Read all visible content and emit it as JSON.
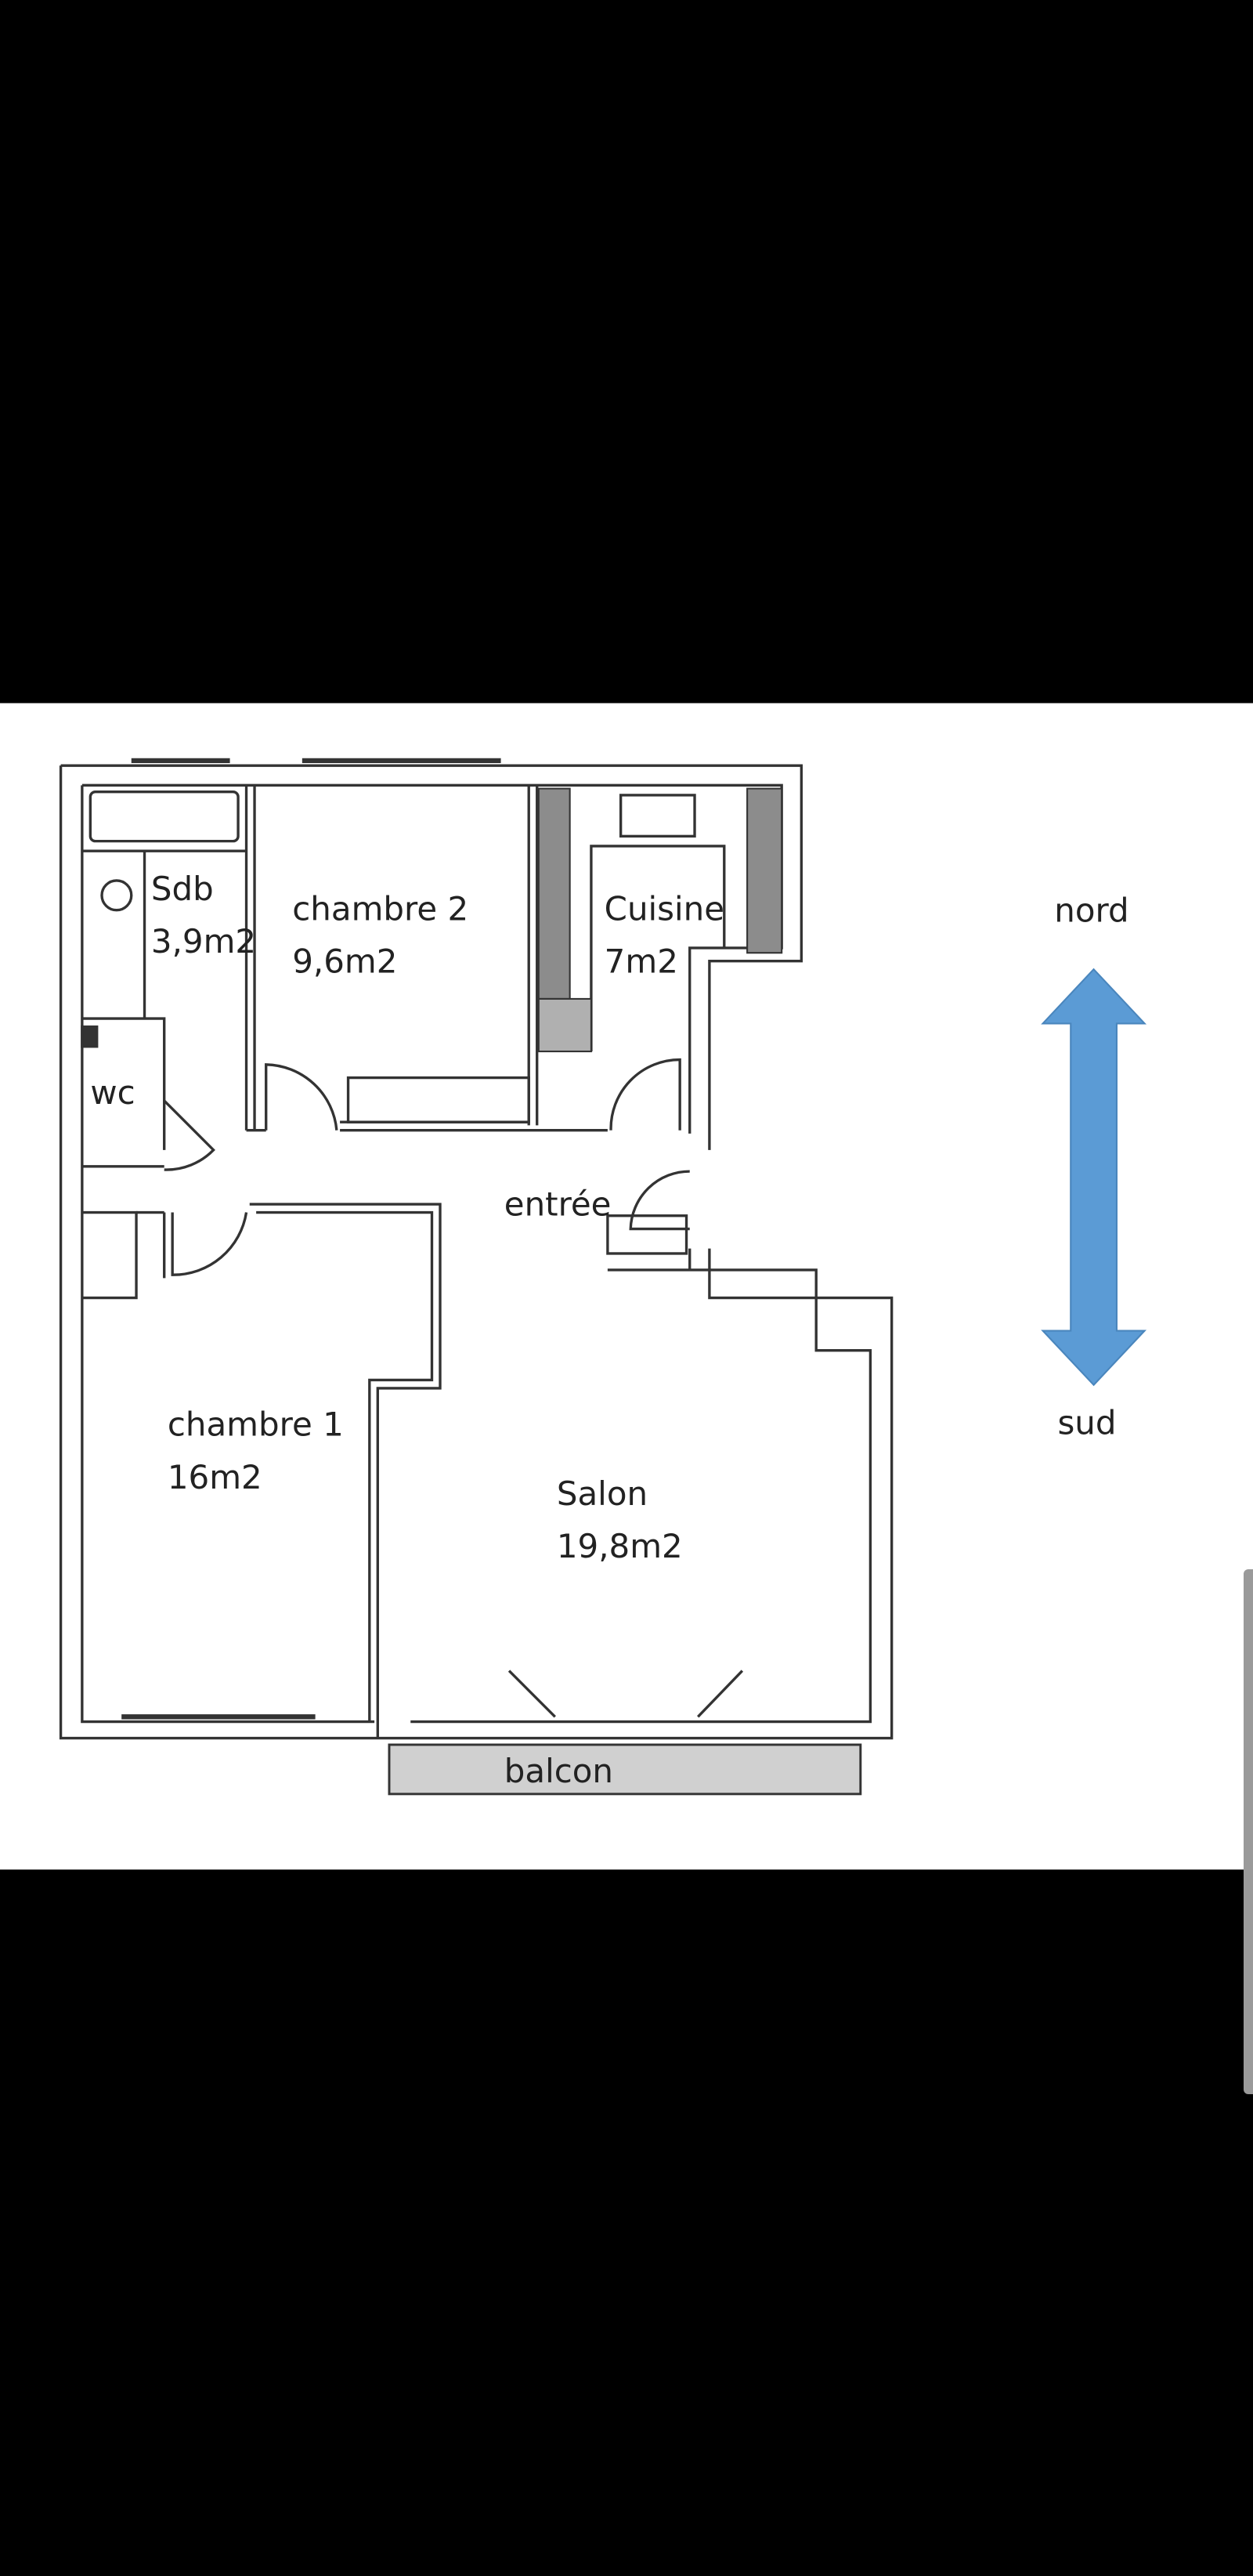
{
  "rooms": {
    "sdb": {
      "name": "Sdb",
      "area": "3,9m2"
    },
    "chambre2": {
      "name": "chambre 2",
      "area": "9,6m2"
    },
    "cuisine": {
      "name": "Cuisine",
      "area": "7m2"
    },
    "wc": {
      "name": "wc"
    },
    "entree": {
      "name": "entrée"
    },
    "chambre1": {
      "name": "chambre 1",
      "area": "16m2"
    },
    "salon": {
      "name": "Salon",
      "area": "19,8m2"
    },
    "balcon": {
      "name": "balcon"
    }
  },
  "compass": {
    "north": "nord",
    "south": "sud",
    "arrow_color": "#5b9bd5"
  },
  "colors": {
    "wall": "#333333",
    "cabinet": "#8c8c8c",
    "cabinet_light": "#b0b0b0",
    "balcony": "#d0d0d0"
  }
}
